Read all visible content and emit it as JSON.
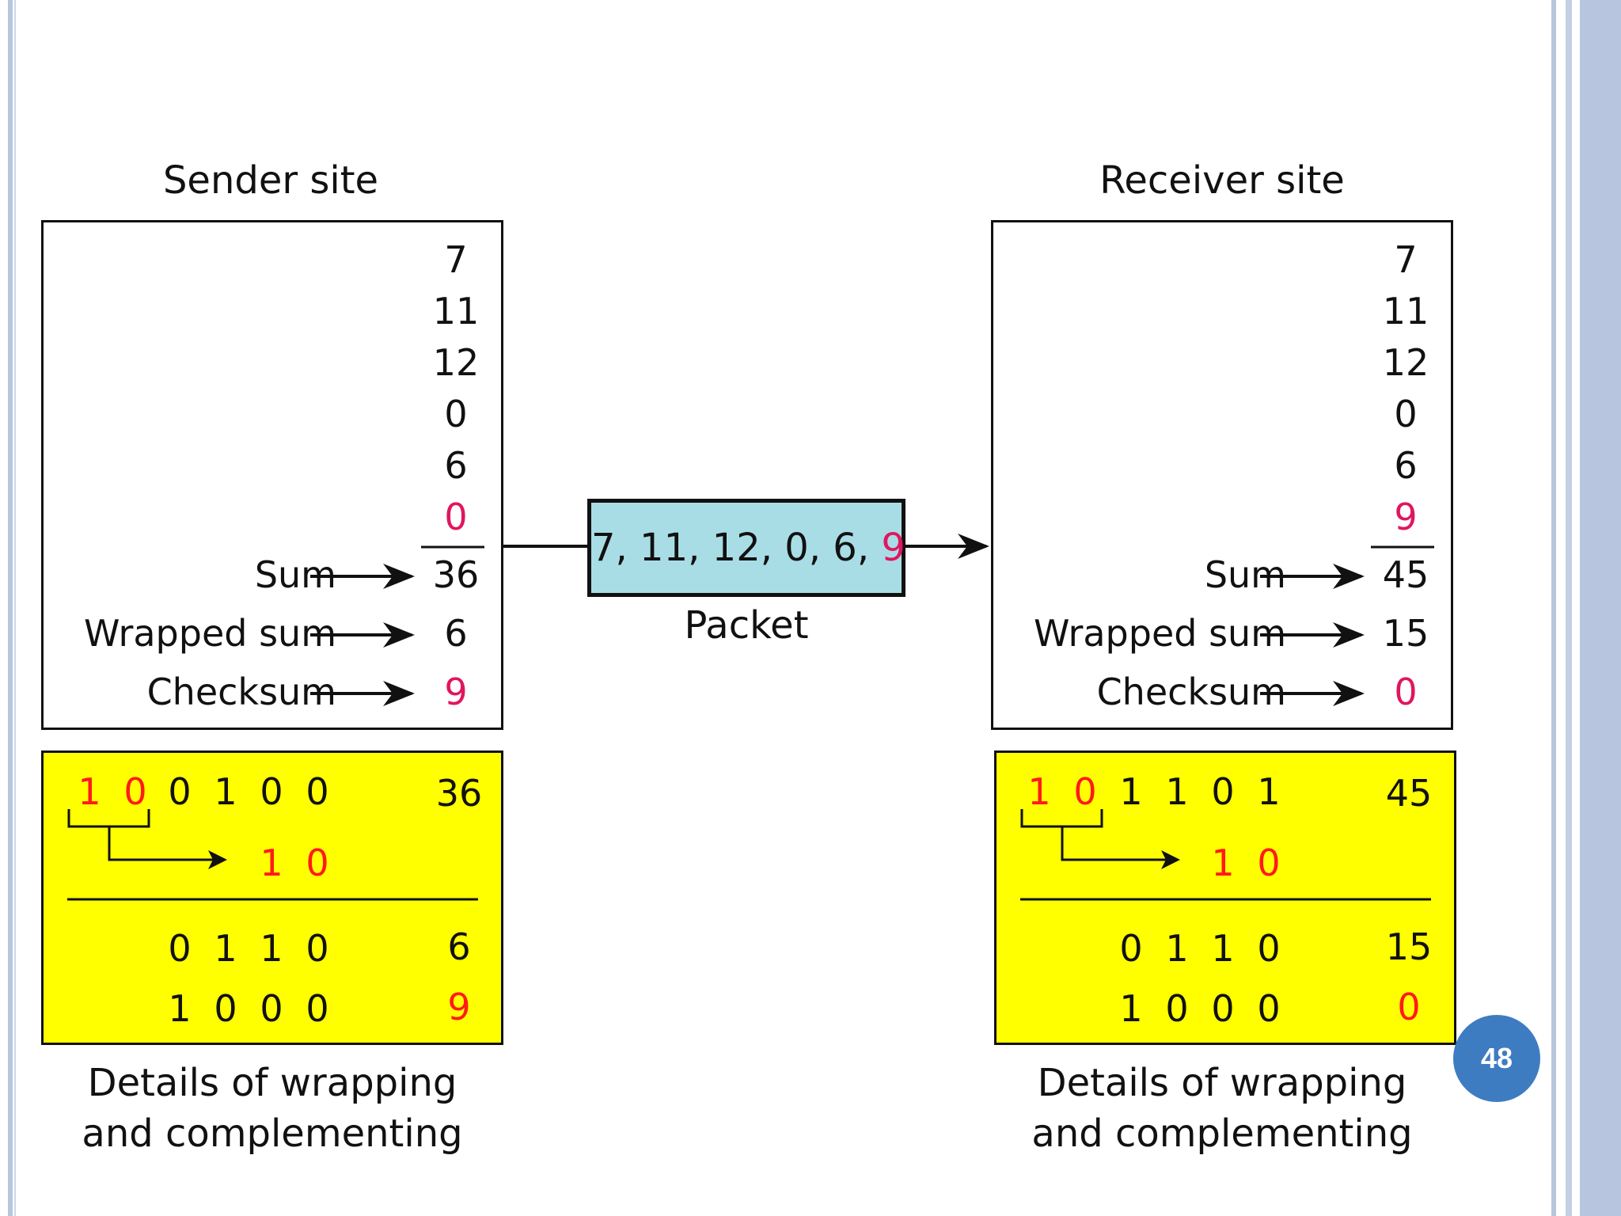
{
  "sender": {
    "title": "Sender site",
    "values": [
      "7",
      "11",
      "12",
      "0",
      "6",
      "0"
    ],
    "sum_label": "Sum",
    "sum_value": "36",
    "wrapped_label": "Wrapped sum",
    "wrapped_value": "6",
    "checksum_label": "Checksum",
    "checksum_value": "9",
    "details": {
      "bits_top": [
        "1",
        "0",
        "0",
        "1",
        "0",
        "0"
      ],
      "value_top": "36",
      "carry_bits": [
        "1",
        "0"
      ],
      "bits_wrapped": [
        "0",
        "1",
        "1",
        "0"
      ],
      "value_wrapped": "6",
      "bits_complement": [
        "1",
        "0",
        "0",
        "0"
      ],
      "value_complement": "9"
    },
    "caption_line1": "Details of wrapping",
    "caption_line2": "and complementing"
  },
  "packet": {
    "values_text": "7, 11, 12, 0, 6, ",
    "checksum_text": "9",
    "label": "Packet"
  },
  "receiver": {
    "title": "Receiver site",
    "values": [
      "7",
      "11",
      "12",
      "0",
      "6",
      "9"
    ],
    "sum_label": "Sum",
    "sum_value": "45",
    "wrapped_label": "Wrapped sum",
    "wrapped_value": "15",
    "checksum_label": "Checksum",
    "checksum_value": "0",
    "details": {
      "bits_top": [
        "1",
        "0",
        "1",
        "1",
        "0",
        "1"
      ],
      "value_top": "45",
      "carry_bits": [
        "1",
        "0"
      ],
      "bits_wrapped": [
        "0",
        "1",
        "1",
        "0"
      ],
      "value_wrapped": "15",
      "bits_complement": [
        "1",
        "0",
        "0",
        "0"
      ],
      "value_complement": "0"
    },
    "caption_line1": "Details of wrapping",
    "caption_line2": "and complementing"
  },
  "slide_number": "48",
  "colors": {
    "highlight": "#e0165f",
    "packet_fill": "#a9dde6",
    "detail_fill": "#ffff00",
    "badge": "#3e7cc2"
  }
}
